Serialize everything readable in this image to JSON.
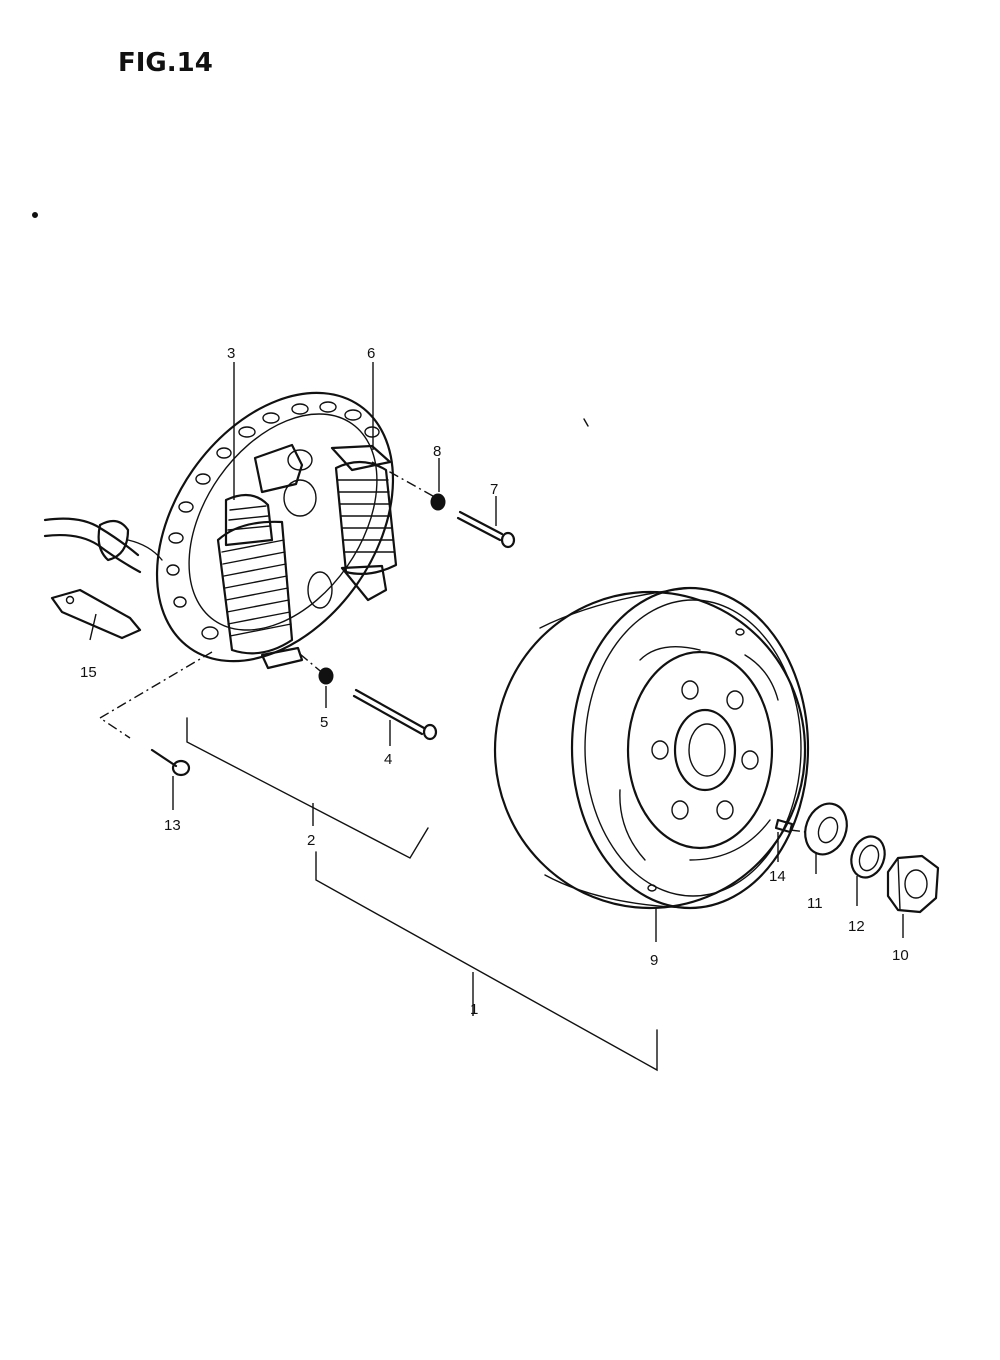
{
  "figure": {
    "title": "FIG.14"
  },
  "callouts": {
    "c1": "1",
    "c2": "2",
    "c3": "3",
    "c4": "4",
    "c5": "5",
    "c6": "6",
    "c7": "7",
    "c8": "8",
    "c9": "9",
    "c10": "10",
    "c11": "11",
    "c12": "12",
    "c13": "13",
    "c14": "14",
    "c15": "15"
  }
}
